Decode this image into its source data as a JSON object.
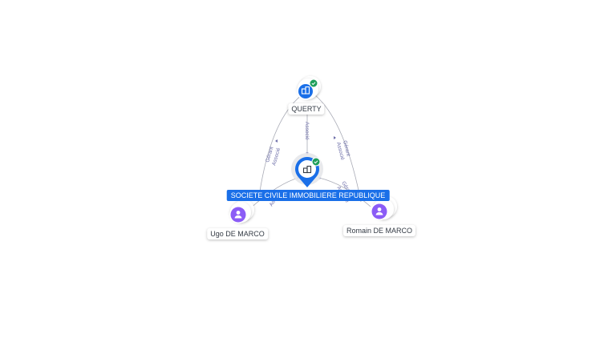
{
  "nodes": {
    "querty": {
      "label": "QUERTY",
      "verified": true,
      "kind": "company"
    },
    "center": {
      "label": "SOCIETE CIVILE IMMOBILIERE REPUBLIQUE",
      "verified": true,
      "kind": "company"
    },
    "ugo": {
      "label": "Ugo DE MARCO",
      "kind": "person"
    },
    "romain": {
      "label": "Romain DE MARCO",
      "kind": "person"
    }
  },
  "edges": {
    "querty_center": "Associé",
    "ugo_querty_1": "Gérant",
    "ugo_querty_2": "Associé",
    "romain_querty_1": "Gérant",
    "romain_querty_2": "Associé",
    "ugo_center": "Associé",
    "romain_center_1": "Gérant",
    "romain_center_2": "Associé"
  },
  "colors": {
    "accent": "#1a6fe8",
    "person": "#8b5cf6",
    "verified": "#1e9e5a",
    "edge": "#a9abb6",
    "edge_label": "#6d6ea8"
  },
  "icons": {
    "company": "building-icon",
    "person": "person-icon",
    "verified": "check-badge-icon"
  }
}
